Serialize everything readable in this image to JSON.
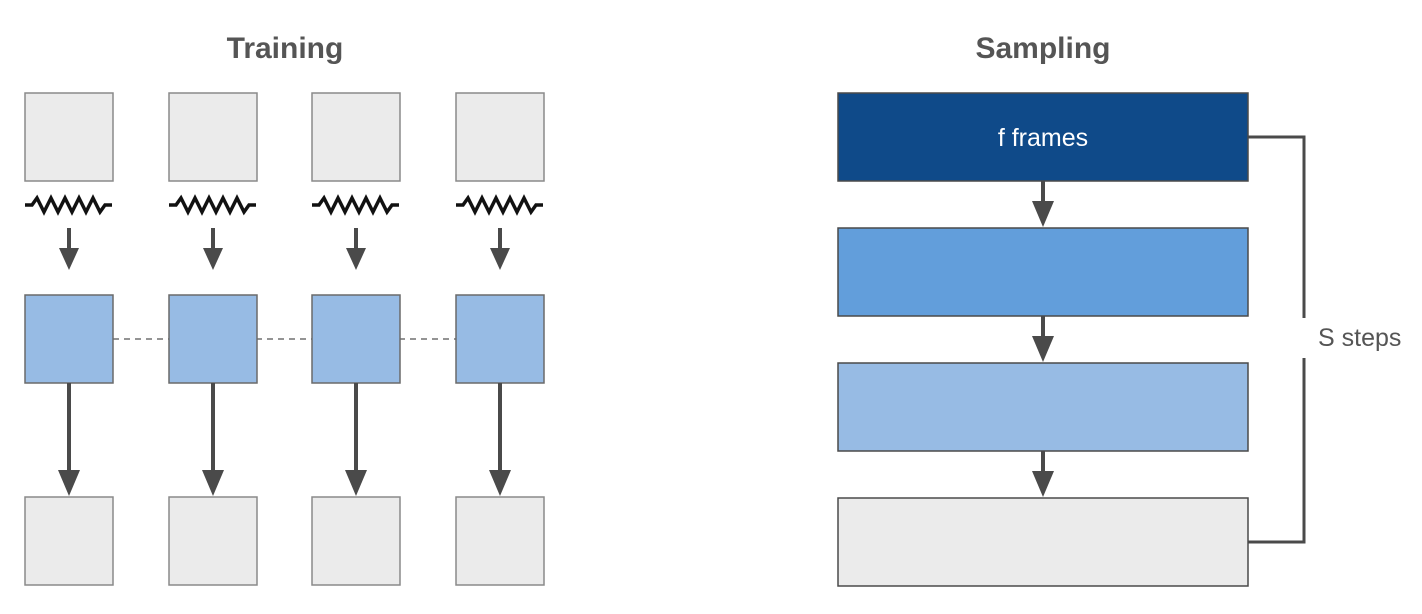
{
  "training": {
    "title": "Training",
    "num_columns": 4
  },
  "sampling": {
    "title": "Sampling",
    "first_block_label": "f frames",
    "loop_label": "S steps"
  },
  "colors": {
    "gray_box": "#ebebeb",
    "light_blue": "#97bbe4",
    "mid_blue": "#629edb",
    "dark_blue": "#0f4a89",
    "arrow": "#4a4a4a",
    "text": "#555555"
  }
}
